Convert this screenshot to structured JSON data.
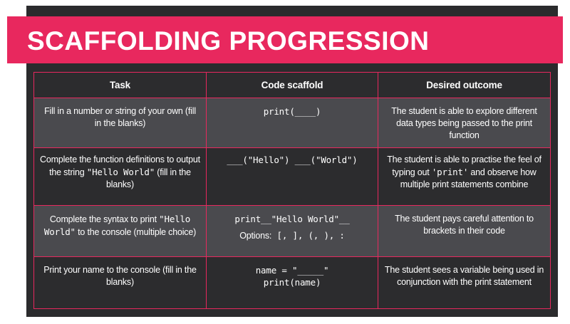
{
  "title": "SCAFFOLDING PROGRESSION",
  "colors": {
    "accent": "#e8285e",
    "dark": "#2b2b2d",
    "light_row": "#4a4a4e"
  },
  "table": {
    "headers": [
      "Task",
      "Code scaffold",
      "Desired outcome"
    ],
    "rows": [
      {
        "task": "Fill in a number or string of your own (fill in the blanks)",
        "code": [
          "print(____)"
        ],
        "outcome": "The student is able to explore different data types being passed to the print function"
      },
      {
        "task_pre": "Complete the function definitions to output the string ",
        "task_code": "\"Hello World\"",
        "task_post": " (fill in the blanks)",
        "code": [
          "___(\"Hello\") ___(\"World\")"
        ],
        "outcome_pre": "The student is able to practise the feel of typing out ",
        "outcome_code": "'print'",
        "outcome_post": " and observe how multiple print statements combine"
      },
      {
        "task_pre": "Complete the syntax to print ",
        "task_code": "\"Hello World\"",
        "task_post": " to the console (multiple choice)",
        "code": [
          "print__\"Hello World\"__"
        ],
        "options_label": "Options:",
        "options": "[, ], (, ), :",
        "outcome": "The student pays careful attention to brackets in their code"
      },
      {
        "task": "Print your name to the console (fill in the blanks)",
        "code": [
          "name = \"_____\"",
          "print(name)"
        ],
        "outcome": "The student sees a variable being used in conjunction with the print statement"
      }
    ]
  }
}
